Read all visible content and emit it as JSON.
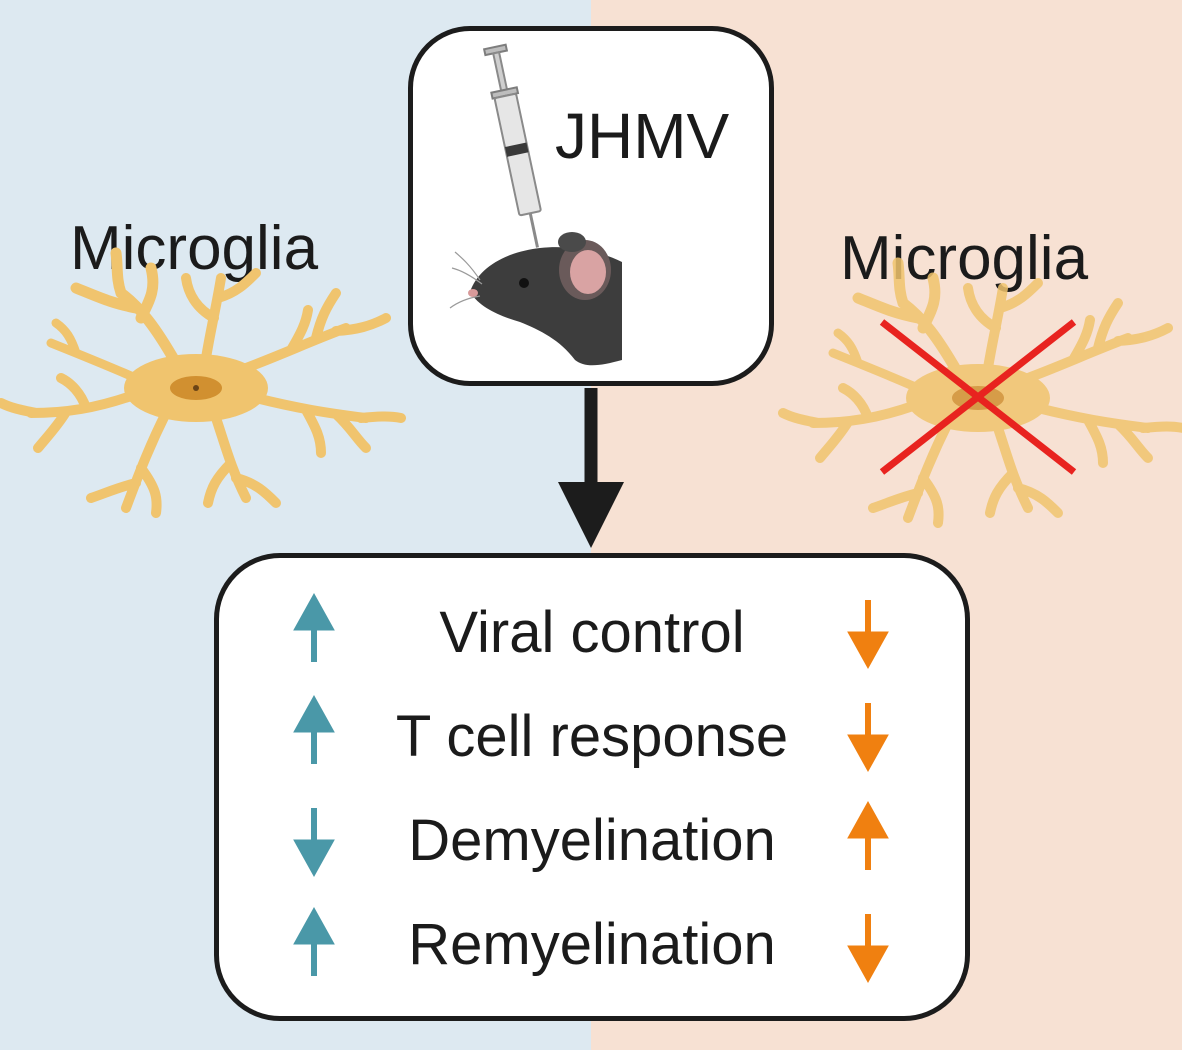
{
  "colors": {
    "left_background": "#dde9f1",
    "right_background": "#f7e1d3",
    "microglia_fill": "#f0c46e",
    "microglia_stroke": "#e0ab50",
    "microglia_nucleus": "#d19030",
    "cross": "#e8231f",
    "teal_arrow": "#4a98a8",
    "orange_arrow": "#f08010",
    "flow_arrow": "#1c1c1c"
  },
  "left": {
    "label": "Microglia",
    "icon": "microglia-cell-icon"
  },
  "right": {
    "label": "Microglia",
    "icon": "microglia-cell-depleted-icon"
  },
  "infection": {
    "label": "JHMV",
    "icons": [
      "syringe-icon",
      "mouse-head-icon"
    ]
  },
  "outcomes": [
    {
      "label": "Viral control",
      "left": "up",
      "right": "down"
    },
    {
      "label": "T cell response",
      "left": "up",
      "right": "down"
    },
    {
      "label": "Demyelination",
      "left": "down",
      "right": "up"
    },
    {
      "label": "Remyelination",
      "left": "up",
      "right": "down"
    }
  ]
}
